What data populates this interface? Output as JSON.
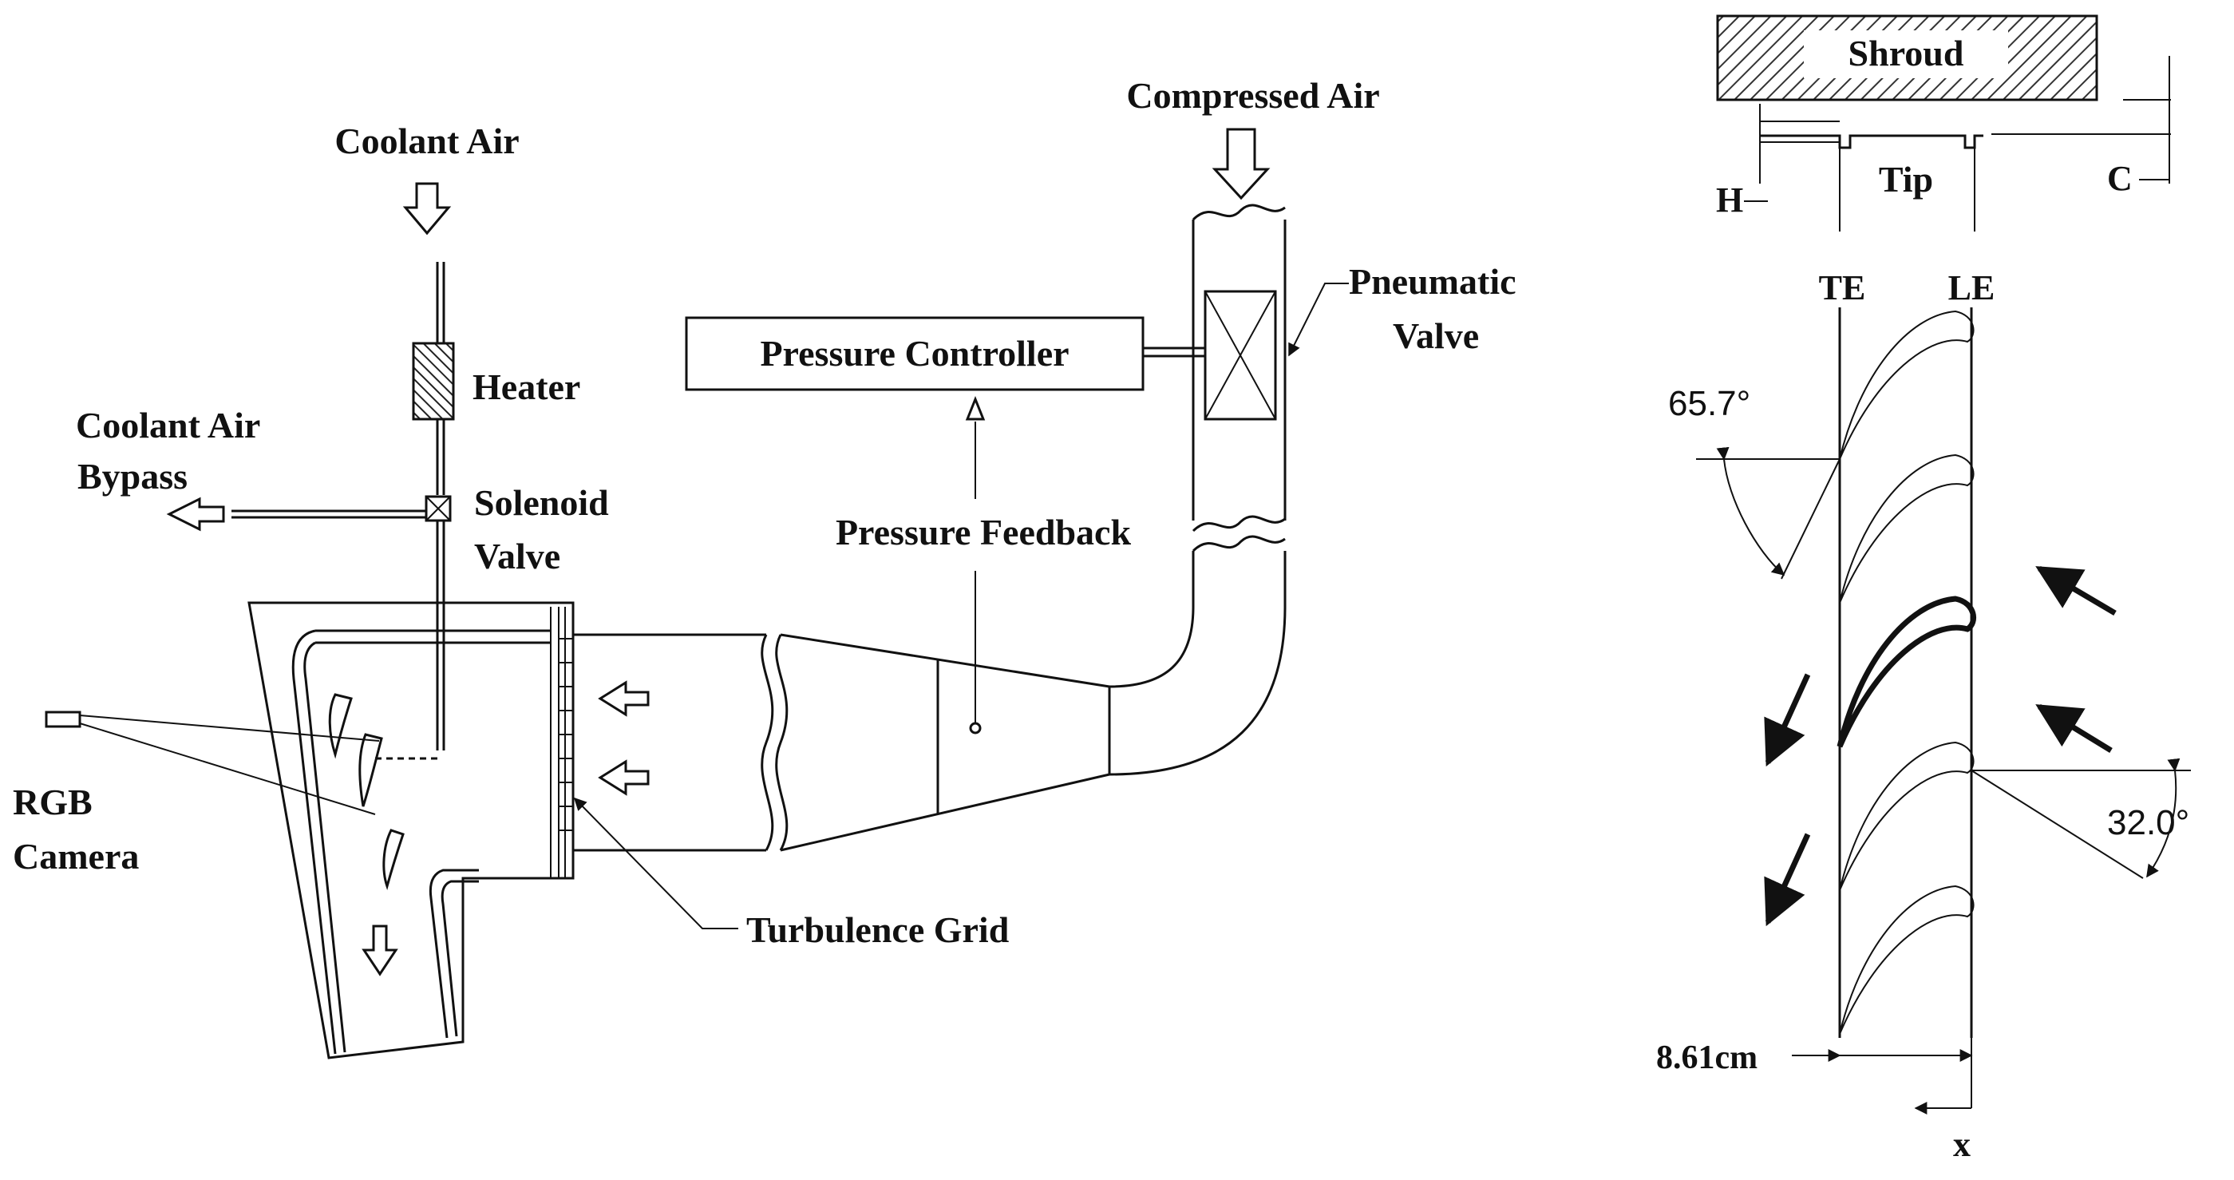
{
  "left_diagram": {
    "coolant_air": "Coolant Air",
    "heater": "Heater",
    "coolant_air_bypass_line1": "Coolant Air",
    "coolant_air_bypass_line2": "Bypass",
    "solenoid_valve_line1": "Solenoid",
    "solenoid_valve_line2": "Valve",
    "rgb_camera_line1": "RGB",
    "rgb_camera_line2": "Camera",
    "pressure_controller": "Pressure Controller",
    "pressure_feedback": "Pressure Feedback",
    "compressed_air": "Compressed Air",
    "pneumatic_valve_line1": "Pneumatic",
    "pneumatic_valve_line2": "Valve",
    "turbulence_grid": "Turbulence Grid"
  },
  "right_diagram": {
    "shroud": "Shroud",
    "tip": "Tip",
    "h_label": "H",
    "c_label": "C",
    "te_label": "TE",
    "le_label": "LE",
    "angle_inlet": "65.7°",
    "angle_exit": "32.0°",
    "pitch": "8.61cm",
    "x_axis": "x"
  },
  "colors": {
    "ink": "#111111",
    "background": "#ffffff"
  }
}
